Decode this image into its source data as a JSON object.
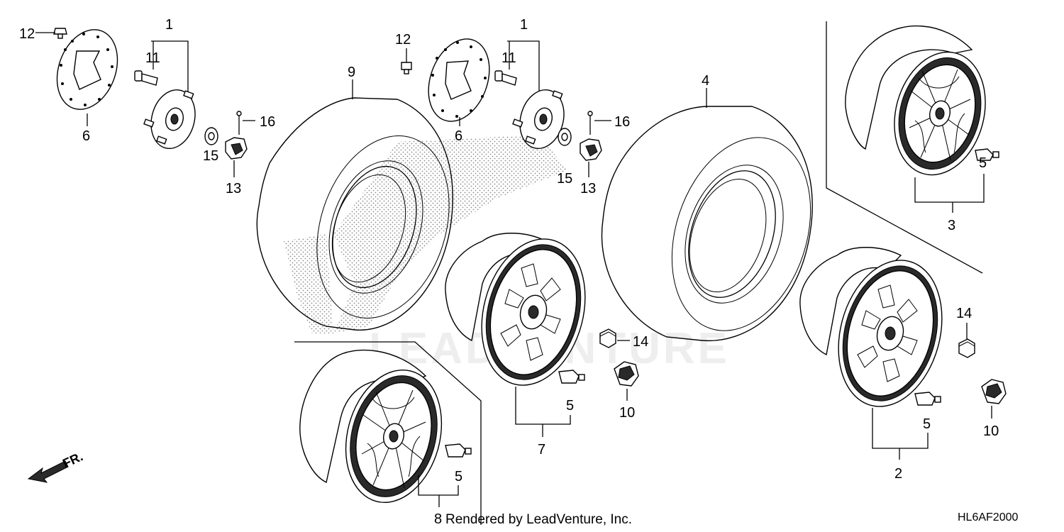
{
  "diagram": {
    "callouts": [
      {
        "id": "c1a",
        "text": "1"
      },
      {
        "id": "c11a",
        "text": "11"
      },
      {
        "id": "c12a",
        "text": "12"
      },
      {
        "id": "c6a",
        "text": "6"
      },
      {
        "id": "c16a",
        "text": "16"
      },
      {
        "id": "c15a",
        "text": "15"
      },
      {
        "id": "c13a",
        "text": "13"
      },
      {
        "id": "c9",
        "text": "9"
      },
      {
        "id": "c12b",
        "text": "12"
      },
      {
        "id": "c6b",
        "text": "6"
      },
      {
        "id": "c1b",
        "text": "1"
      },
      {
        "id": "c11b",
        "text": "11"
      },
      {
        "id": "c16b",
        "text": "16"
      },
      {
        "id": "c15b",
        "text": "15"
      },
      {
        "id": "c13b",
        "text": "13"
      },
      {
        "id": "c4",
        "text": "4"
      },
      {
        "id": "c5a",
        "text": "5"
      },
      {
        "id": "c3",
        "text": "3"
      },
      {
        "id": "c14a",
        "text": "14"
      },
      {
        "id": "c14b",
        "text": "14"
      },
      {
        "id": "c10a",
        "text": "10"
      },
      {
        "id": "c10b",
        "text": "10"
      },
      {
        "id": "c5b",
        "text": "5"
      },
      {
        "id": "c7",
        "text": "7"
      },
      {
        "id": "c5c",
        "text": "5"
      },
      {
        "id": "c2",
        "text": "2"
      },
      {
        "id": "c5d",
        "text": "5"
      },
      {
        "id": "c8",
        "text": "8"
      }
    ],
    "front_indicator": "FR.",
    "footer_text": "Rendered by LeadVenture, Inc.",
    "diagram_code": "HL6AF2000",
    "watermark": "LEADVENTURE"
  }
}
